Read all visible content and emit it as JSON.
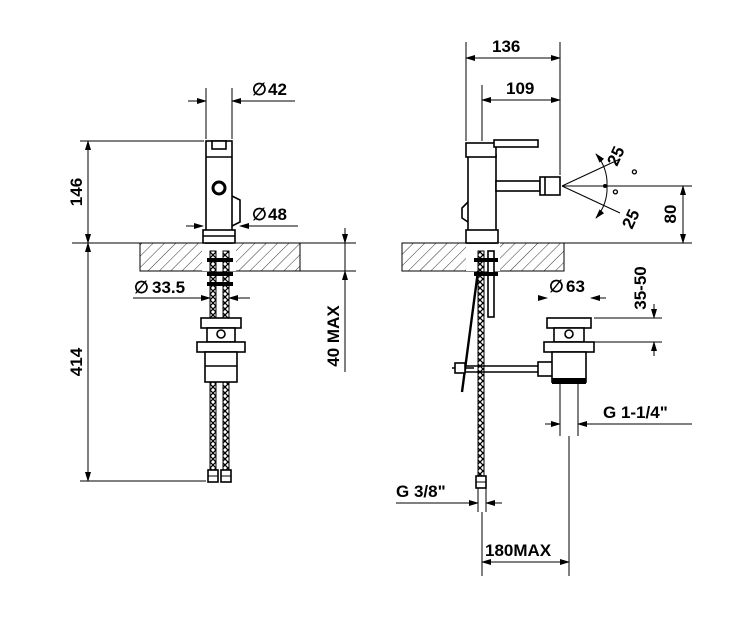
{
  "dimensions": {
    "d42": "42",
    "d48": "48",
    "d33_5": "33.5",
    "h146": "146",
    "h414": "414",
    "h40max": "40 MAX",
    "w136": "136",
    "w109": "109",
    "a25_top": "25",
    "a25_bottom": "25",
    "deg": "°",
    "h80": "80",
    "d63": "63",
    "h35_50": "35-50",
    "g1_1_4": "G 1-1/4\"",
    "g3_8": "G 3/8\"",
    "w180max": "180MAX",
    "diameter_symbol": "∅"
  }
}
